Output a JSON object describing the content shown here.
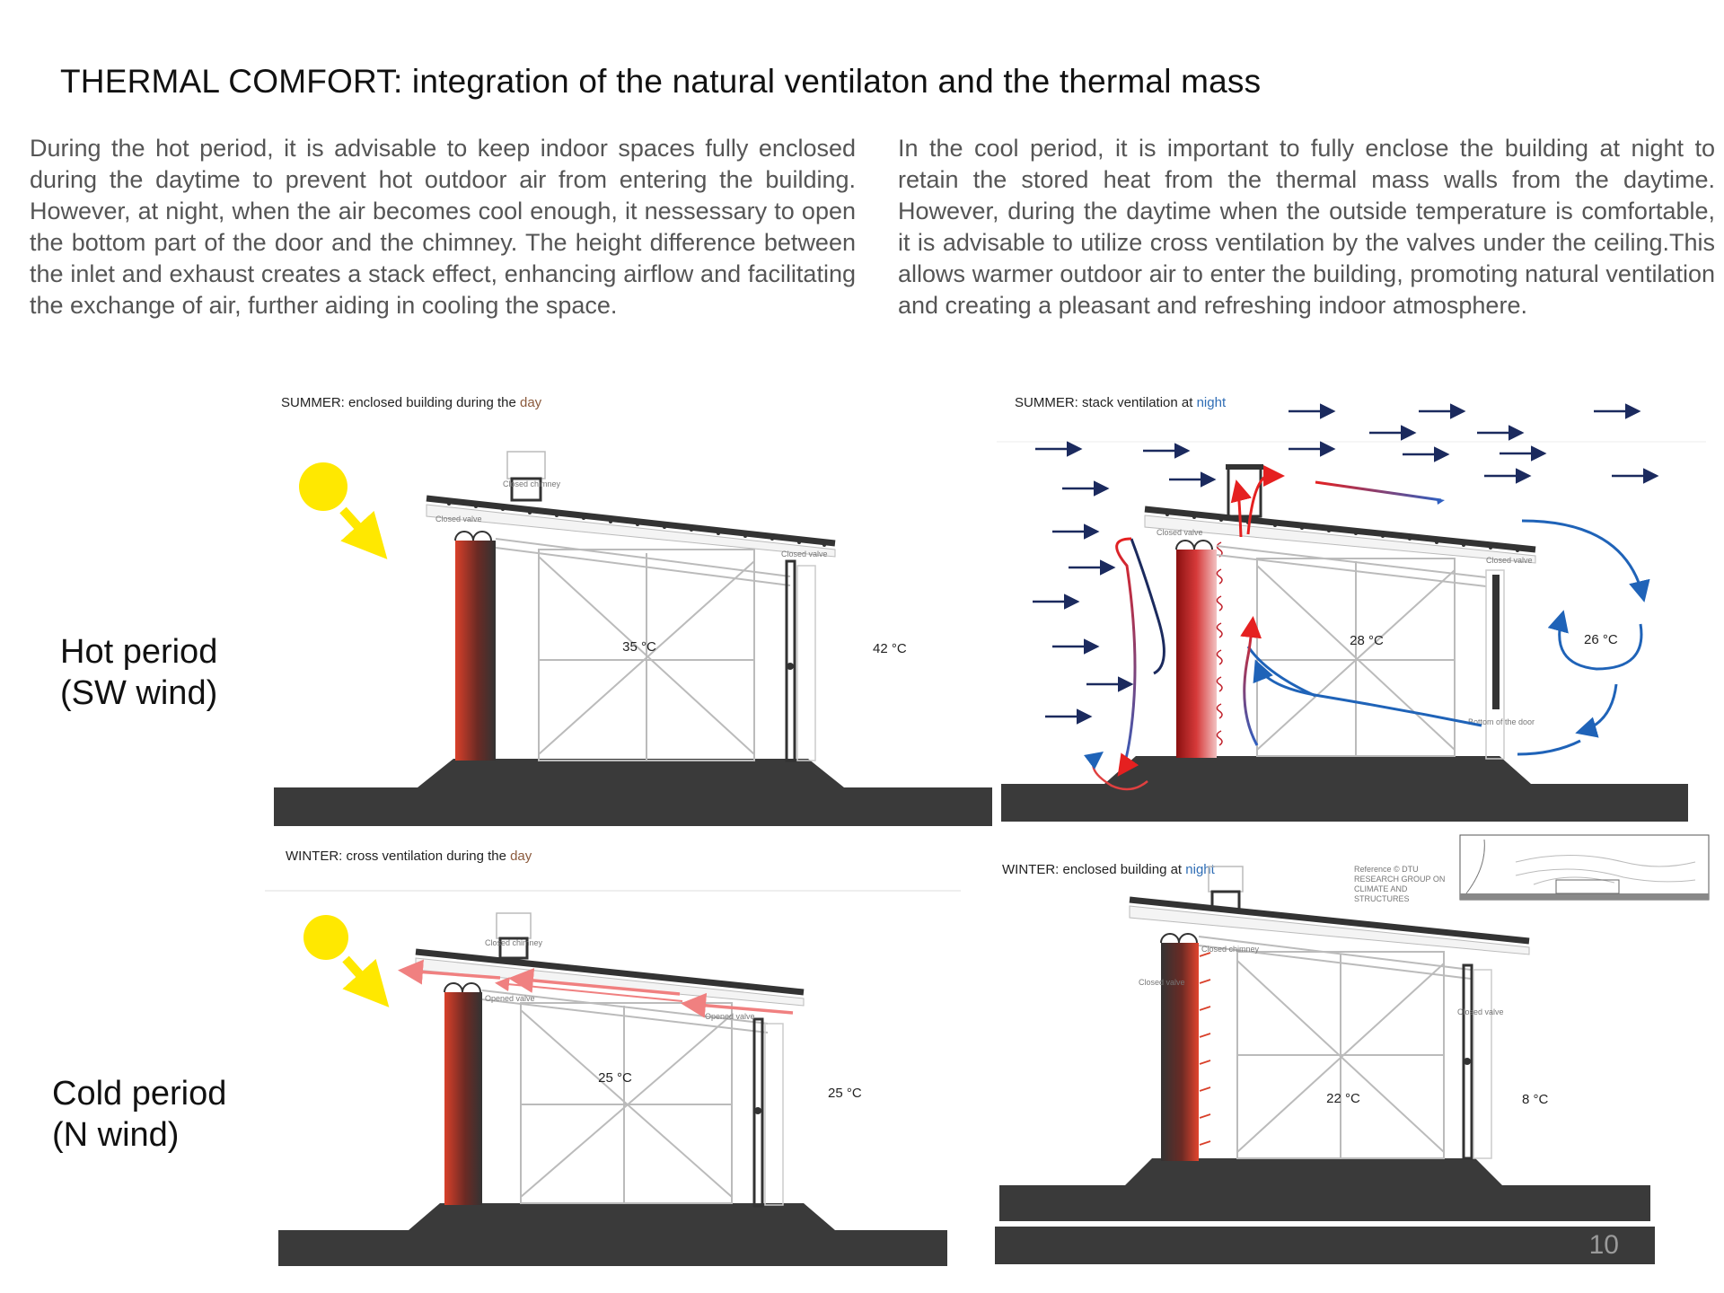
{
  "title": "THERMAL COMFORT: integration of the natural ventilaton and the thermal mass",
  "paragraphs": {
    "left": "During the hot period, it is advisable to keep indoor spaces fully enclosed during the daytime to prevent hot outdoor air from entering the building. However, at night, when the air becomes cool enough, it nessessary to open the bottom part of the door and the chimney. The height difference between the inlet and exhaust creates a stack effect, enhancing airflow and facilitating the exchange of air, further aiding in cooling the space.",
    "right": "In the cool period, it is important to fully enclose the building at night to retain the stored heat from the thermal mass walls from the daytime. However, during the daytime when the outside temperature is comfortable, it is advisable to utilize cross ventilation by the valves under the ceiling.This allows warmer outdoor air to enter the building, promoting natural ventilation and creating a pleasant and refreshing indoor atmosphere."
  },
  "row_labels": {
    "hot": {
      "line1": "Hot period",
      "line2": "(SW wind)"
    },
    "cold": {
      "line1": "Cold period",
      "line2": "(N wind)"
    }
  },
  "panels": {
    "summer_day": {
      "caption_prefix": "SUMMER: enclosed building during the ",
      "caption_highlight": "day",
      "labels": {
        "chimney": "Closed chimney",
        "valve_left": "Closed valve",
        "valve_right": "Closed valve"
      },
      "indoor_temp": "35 °C",
      "outdoor_temp": "42 °C"
    },
    "summer_night": {
      "caption_prefix": "SUMMER: stack ventilation at ",
      "caption_highlight": "night",
      "labels": {
        "valve_left": "Closed valve",
        "valve_right": "Closed valve",
        "door": "Bottom of the door"
      },
      "indoor_temp": "28 °C",
      "outdoor_temp": "26 °C"
    },
    "winter_day": {
      "caption_prefix": "WINTER: cross ventilation during the ",
      "caption_highlight": "day",
      "labels": {
        "chimney": "Closed chimney",
        "valve_left": "Opened valve",
        "valve_right": "Opened valve"
      },
      "indoor_temp": "25 °C",
      "outdoor_temp": "25 °C"
    },
    "winter_night": {
      "caption_prefix": "WINTER: enclosed building at ",
      "caption_highlight": "night",
      "labels": {
        "chimney": "Closed chimney",
        "valve_left": "Closed valve",
        "valve_right": "Closed valve"
      },
      "indoor_temp": "22 °C",
      "outdoor_temp": "8 °C"
    }
  },
  "reference": {
    "line1": "Reference © DTU",
    "line2": "RESEARCH GROUP ON",
    "line3": "CLIMATE AND",
    "line4": "STRUCTURES"
  },
  "page_number": "10",
  "colors": {
    "day": "#8b5a3c",
    "night": "#2f6db5",
    "ground": "#3a3a3a",
    "sun": "#ffe800",
    "warm_wall": "#d9402a",
    "cool_air": "#1f63b8",
    "wind": "#1b2a5e"
  }
}
